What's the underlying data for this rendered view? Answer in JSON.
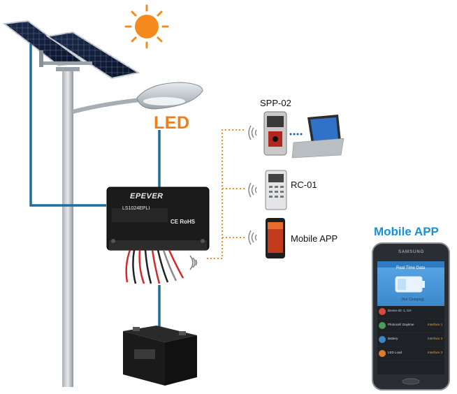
{
  "labels": {
    "led": "LED",
    "spp": "SPP-02",
    "rc": "RC-01",
    "app": "Mobile APP",
    "mobile_title": "Mobile APP"
  },
  "controller": {
    "brand": "EPEVER",
    "model": "LS1024EPLI",
    "ce": "CE RoHS"
  },
  "phone": {
    "brand": "SAMSUNG",
    "screen_title": "Real Time Data",
    "status": "(Not Charging)",
    "rows": [
      {
        "name": "Device ID: 1, CH",
        "value": ""
      },
      {
        "name": "Photocell: Daytime",
        "value": "Interface 1"
      },
      {
        "name": "Battery",
        "value": "Interface 2"
      },
      {
        "name": "LED Load",
        "value": "Interface 3"
      }
    ]
  },
  "colors": {
    "led_orange": "#f07d1a",
    "connector_blue": "#1f6f9a",
    "wireless_orange": "#e8902a",
    "app_blue": "#1a8fd6"
  },
  "icons": [
    "sun-icon",
    "wireless-icon",
    "battery-icon"
  ]
}
